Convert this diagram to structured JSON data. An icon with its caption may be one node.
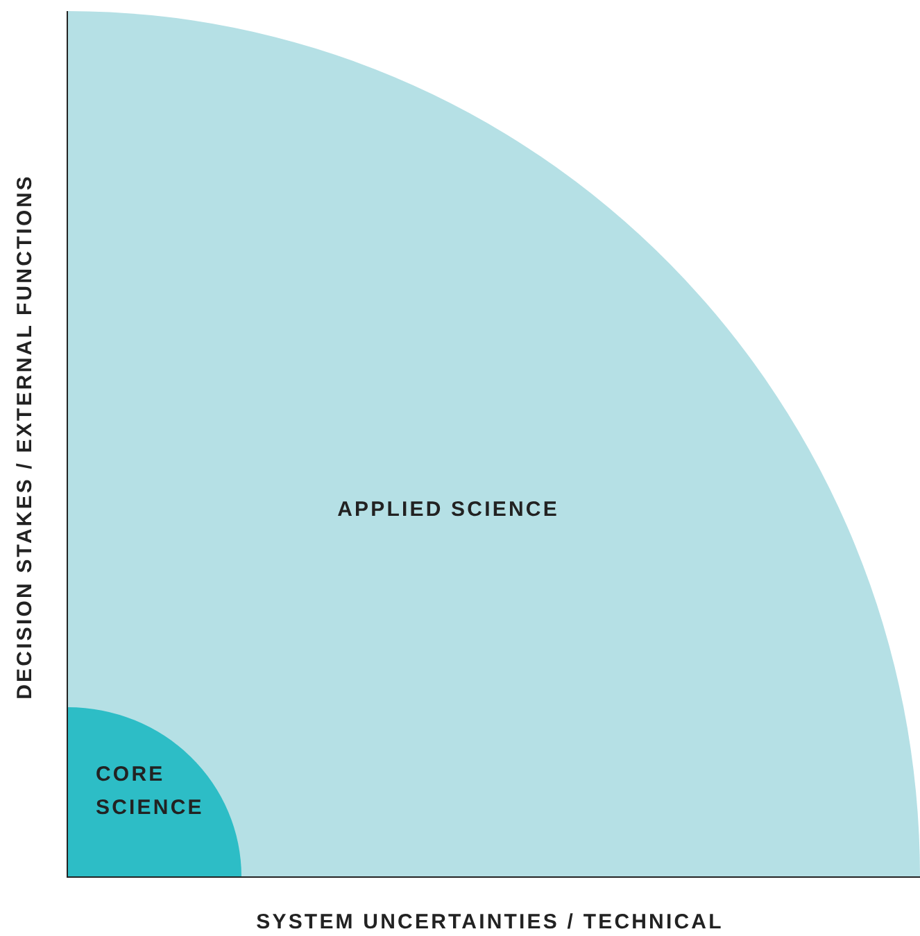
{
  "diagram": {
    "nodes": [
      {
        "text": [
          "APPLIED SCIENCE"
        ]
      },
      {
        "text": [
          "CORE SCIENCE"
        ],
        "in": 0
      }
    ],
    "labels": [
      "DECISION STAKES / EXTERNAL FUNCTIONS",
      "SYSTEM UNCERTAINTIES / TECHNICAL"
    ]
  }
}
